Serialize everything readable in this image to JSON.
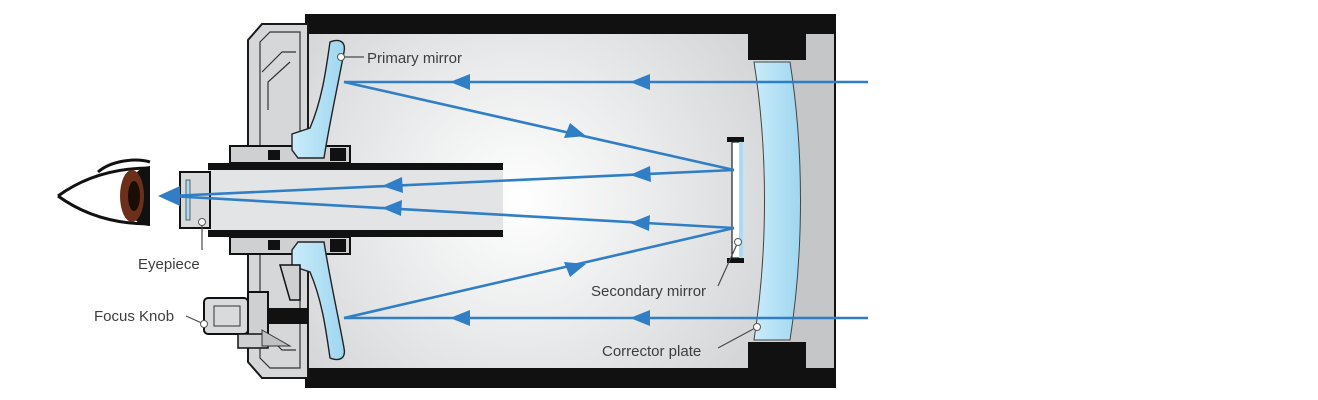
{
  "labels": {
    "primary_mirror": "Primary mirror",
    "secondary_mirror": "Secondary mirror",
    "corrector_plate": "Corrector plate",
    "eyepiece": "Eyepiece",
    "focus_knob": "Focus Knob"
  },
  "colors": {
    "light_ray": "#2f7ec6",
    "glass": "#a9dcf3",
    "tube_body": "#111111",
    "tube_interior": "#cfd1d3"
  },
  "icons": [
    "eye-icon"
  ]
}
